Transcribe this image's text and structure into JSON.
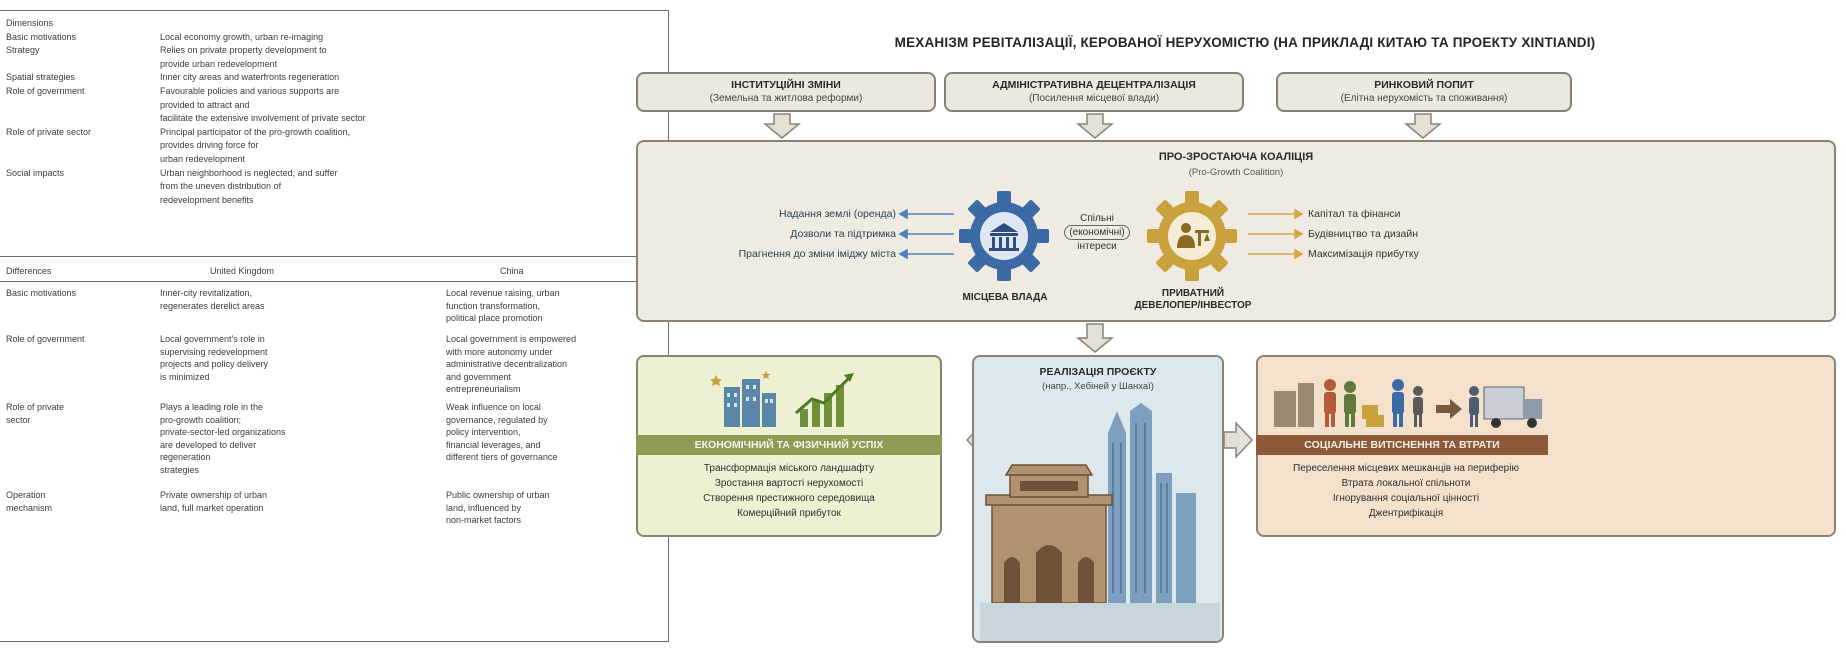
{
  "left_doc": {
    "top_rows": [
      {
        "label": "Dimensions",
        "value": ""
      },
      {
        "label": "Basic motivations",
        "value": "Local economy growth, urban re-imaging"
      },
      {
        "label": "Strategy",
        "value": "Relies on private property development to"
      },
      {
        "label": "",
        "value": "provide urban redevelopment"
      },
      {
        "label": "Spatial strategies",
        "value": "Inner city areas and waterfronts regeneration"
      },
      {
        "label": "Role of government",
        "value": "Favourable policies and various supports are"
      },
      {
        "label": "",
        "value": "provided to attract and"
      },
      {
        "label": "",
        "value": "facilitate the extensive involvement of private sector"
      },
      {
        "label": "Role of private sector",
        "value": "Principal participator of the pro-growth coalition,"
      },
      {
        "label": "",
        "value": "provides driving force for"
      },
      {
        "label": "",
        "value": "urban redevelopment"
      },
      {
        "label": "Social impacts",
        "value": "Urban neighborhood is neglected, and suffer"
      },
      {
        "label": "",
        "value": "from the uneven distribution of"
      },
      {
        "label": "",
        "value": "redevelopment benefits"
      }
    ],
    "table_header": {
      "col1": "Differences",
      "col2": "United Kingdom",
      "col3": "China"
    },
    "table_rows": [
      {
        "c1": [
          "Basic motivations"
        ],
        "c2": [
          "Inner-city revitalization,",
          "regenerates derelict areas"
        ],
        "c3": [
          "Local revenue raising, urban",
          "function transformation,",
          "political place promotion"
        ]
      },
      {
        "c1": [
          "Role of government"
        ],
        "c2": [
          "Local government's role in",
          "supervising redevelopment",
          "projects and policy delivery",
          "is minimized"
        ],
        "c3": [
          "Local government is empowered",
          "with more autonomy under",
          "administrative decentralization",
          "and government",
          "entrepreneurialism"
        ]
      },
      {
        "c1": [
          "Role of private",
          "sector"
        ],
        "c2": [
          "Plays a leading role in the",
          "pro-growth coalition;",
          "private-sector-led organizations",
          "are developed to deliver",
          "regeneration",
          "strategies"
        ],
        "c3": [
          "Weak influence on local",
          "governance, regulated by",
          "policy intervention,",
          "financial leverages, and",
          "different tiers of governance"
        ]
      },
      {
        "c1": [
          "Operation",
          "mechanism"
        ],
        "c2": [
          "Private ownership of urban",
          "land, full market operation"
        ],
        "c3": [
          "Public ownership of urban",
          "land, influenced by",
          "non-market factors"
        ]
      }
    ]
  },
  "diagram": {
    "title": "МЕХАНІЗМ РЕВІТАЛІЗАЦІЇ, КЕРОВАНОЇ НЕРУХОМІСТЮ (НА ПРИКЛАДІ КИТАЮ ТА ПРОЕКТУ XINTIANDI)",
    "drivers": [
      {
        "title": "ІНСТИТУЦІЙНІ ЗМІНИ",
        "subtitle": "(Земельна та житлова реформи)"
      },
      {
        "title": "АДМІНІСТРАТИВНА ДЕЦЕНТРАЛІЗАЦІЯ",
        "subtitle": "(Посилення місцевої влади)"
      },
      {
        "title": "РИНКОВИЙ ПОПИТ",
        "subtitle": "(Елітна нерухомість та споживання)"
      }
    ],
    "coalition": {
      "title": "ПРО-ЗРОСТАЮЧА КОАЛІЦІЯ",
      "subtitle": "(Pro-Growth Coalition)",
      "left_items": [
        "Надання землі (оренда)",
        "Дозволи та підтримка",
        "Прагнення до зміни іміджу міста"
      ],
      "right_items": [
        "Капітал та фінанси",
        "Будівництво та дизайн",
        "Максимізація прибутку"
      ],
      "shared_interests": [
        "Спільні",
        "(економічні)",
        "інтереси"
      ],
      "actor_left": "МІСЦЕВА ВЛАДА",
      "actor_right": [
        "ПРИВАТНИЙ",
        "ДЕВЕЛОПЕР/ІНВЕСТОР"
      ]
    },
    "project": {
      "title": "РЕАЛІЗАЦІЯ ПРОЄКТУ",
      "subtitle": "(напр., Хебіней у Шанхаї)"
    },
    "economic": {
      "banner": "ЕКОНОМІЧНИЙ ТА ФІЗИЧНИЙ УСПІХ",
      "items": [
        "Трансформація міського ландшафту",
        "Зростання вартості нерухомості",
        "Створення престижного середовища",
        "Комерційний прибуток"
      ]
    },
    "social": {
      "banner": "СОЦІАЛЬНЕ ВИТІСНЕННЯ ТА ВТРАТИ",
      "items": [
        "Переселення місцевих мешканців на периферію",
        "Втрата локальної спільноти",
        "Ігнорування соціальної цінності",
        "Джентрифікація"
      ]
    },
    "colors": {
      "gov_gear": "#3b6aa5",
      "dev_gear": "#c9a13d",
      "left_arrows": "#4e82bf",
      "right_arrows": "#d4a64a",
      "econ_bg": "#eef0d2",
      "econ_banner": "#8f9b55",
      "proj_bg": "#dde8ec",
      "social_bg": "#f3e1cc",
      "social_banner": "#8d5a3a",
      "coalition_bg": "#efebe2",
      "driver_bg": "#ece8df",
      "box_border": "#8a8275"
    }
  }
}
